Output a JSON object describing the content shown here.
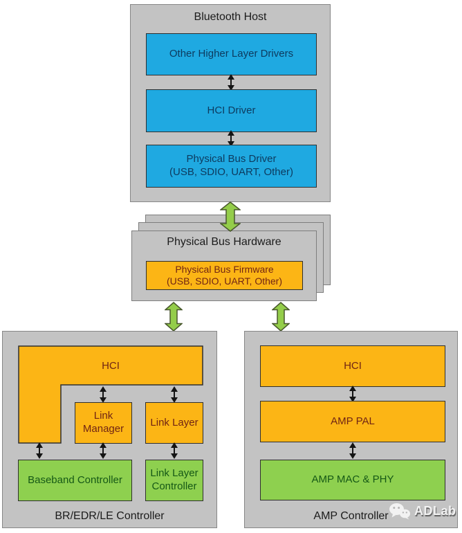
{
  "host": {
    "title": "Bluetooth Host",
    "boxes": [
      {
        "label": "Other Higher Layer Drivers"
      },
      {
        "label": "HCI Driver"
      },
      {
        "label": "Physical Bus Driver",
        "label2": "(USB, SDIO, UART, Other)"
      }
    ]
  },
  "bus": {
    "title": "Physical Bus Hardware",
    "firmware": {
      "label": "Physical Bus Firmware",
      "label2": "(USB, SDIO, UART, Other)"
    }
  },
  "bredr": {
    "title": "BR/EDR/LE Controller",
    "hci": "HCI",
    "link_manager": "Link Manager",
    "link_layer": "Link Layer",
    "baseband": "Baseband Controller",
    "link_layer_controller": "Link Layer Controller"
  },
  "amp": {
    "title": "AMP Controller",
    "hci": "HCI",
    "pal": "AMP PAL",
    "mac_phy": "AMP MAC & PHY"
  },
  "watermark": {
    "label": "ADLab"
  },
  "colors": {
    "panel_gray": "#c3c3c3",
    "host_box_blue": "#1fa9e1",
    "controller_box_orange": "#fcb515",
    "controller_box_green": "#8ed04f",
    "arrow_green": "#94cd4a",
    "connector_black": "#141414"
  }
}
